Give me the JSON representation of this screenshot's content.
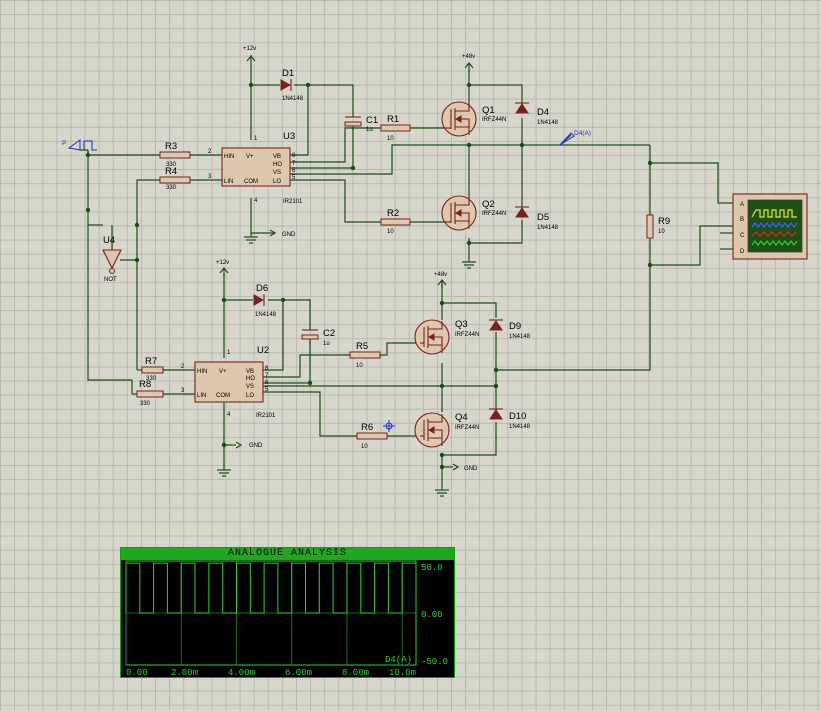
{
  "schematic": {
    "components": {
      "U3": {
        "ref": "U3",
        "part": "IR2101",
        "pins": {
          "HIN": "HIN",
          "LIN": "LIN",
          "VP": "V+",
          "COM": "COM",
          "VB": "VB",
          "HO": "HO",
          "VS": "VS",
          "LO": "LO",
          "n1": "1",
          "n2": "2",
          "n3": "3",
          "n4": "4",
          "n5": "5",
          "n6": "6",
          "n7": "7",
          "n8": "8"
        }
      },
      "U2": {
        "ref": "U2",
        "part": "IR2101",
        "pins": {
          "HIN": "HIN",
          "LIN": "LIN",
          "VP": "V+",
          "COM": "COM",
          "VB": "VB",
          "HO": "HO",
          "VS": "VS",
          "LO": "LO",
          "n1": "1",
          "n2": "2",
          "n3": "3",
          "n4": "4",
          "n5": "5",
          "n6": "6",
          "n7": "7",
          "n8": "8"
        }
      },
      "U4": {
        "ref": "U4",
        "part": "NOT"
      },
      "R1": {
        "ref": "R1",
        "value": "10"
      },
      "R2": {
        "ref": "R2",
        "value": "10"
      },
      "R3": {
        "ref": "R3",
        "value": "330"
      },
      "R4": {
        "ref": "R4",
        "value": "330"
      },
      "R5": {
        "ref": "R5",
        "value": "10"
      },
      "R6": {
        "ref": "R6",
        "value": "10"
      },
      "R7": {
        "ref": "R7",
        "value": "330"
      },
      "R8": {
        "ref": "R8",
        "value": "330"
      },
      "R9": {
        "ref": "R9",
        "value": "10"
      },
      "C1": {
        "ref": "C1",
        "value": "1u"
      },
      "C2": {
        "ref": "C2",
        "value": "1u"
      },
      "D1": {
        "ref": "D1",
        "part": "1N4148"
      },
      "D6": {
        "ref": "D6",
        "part": "1N4148"
      },
      "D4": {
        "ref": "D4",
        "part": "1N4148"
      },
      "D5": {
        "ref": "D5",
        "part": "1N4148"
      },
      "D9": {
        "ref": "D9",
        "part": "1N4148"
      },
      "D10": {
        "ref": "D10",
        "part": "1N4148"
      },
      "Q1": {
        "ref": "Q1",
        "part": "IRFZ44N"
      },
      "Q2": {
        "ref": "Q2",
        "part": "IRFZ44N"
      },
      "Q3": {
        "ref": "Q3",
        "part": "IRFZ44N"
      },
      "Q4": {
        "ref": "Q4",
        "part": "IRFZ44N"
      }
    },
    "power": {
      "v12": "+12v",
      "v48": "+48v",
      "gnd": "GND"
    },
    "generator_label": "P",
    "probe_label": "D4(A)",
    "scope_channels": [
      "A",
      "B",
      "C",
      "D"
    ],
    "colors": {
      "wire": "#1d4d16",
      "component": "#7a2020",
      "probe": "#1d2ed6"
    }
  },
  "graph": {
    "title": "ANALOGUE ANALYSIS",
    "trace_label": "D4(A)",
    "y_ticks": [
      "50.0",
      "0.00",
      "-50.0"
    ],
    "x_ticks": [
      "0.00",
      "2.00m",
      "4.00m",
      "6.00m",
      "8.00m",
      "10.0m"
    ],
    "colors": {
      "background": "#000000",
      "trace": "#27d627",
      "title_bar": "#1ea81e"
    },
    "chart_data": {
      "type": "line",
      "x_unit": "s",
      "xlim": [
        0,
        0.0105
      ],
      "ylim": [
        -50,
        50
      ],
      "series": [
        {
          "name": "D4(A)",
          "waveform": "square",
          "high": 48,
          "low": 0,
          "period": 0.001,
          "duty": 0.5,
          "start": 0
        }
      ]
    }
  }
}
